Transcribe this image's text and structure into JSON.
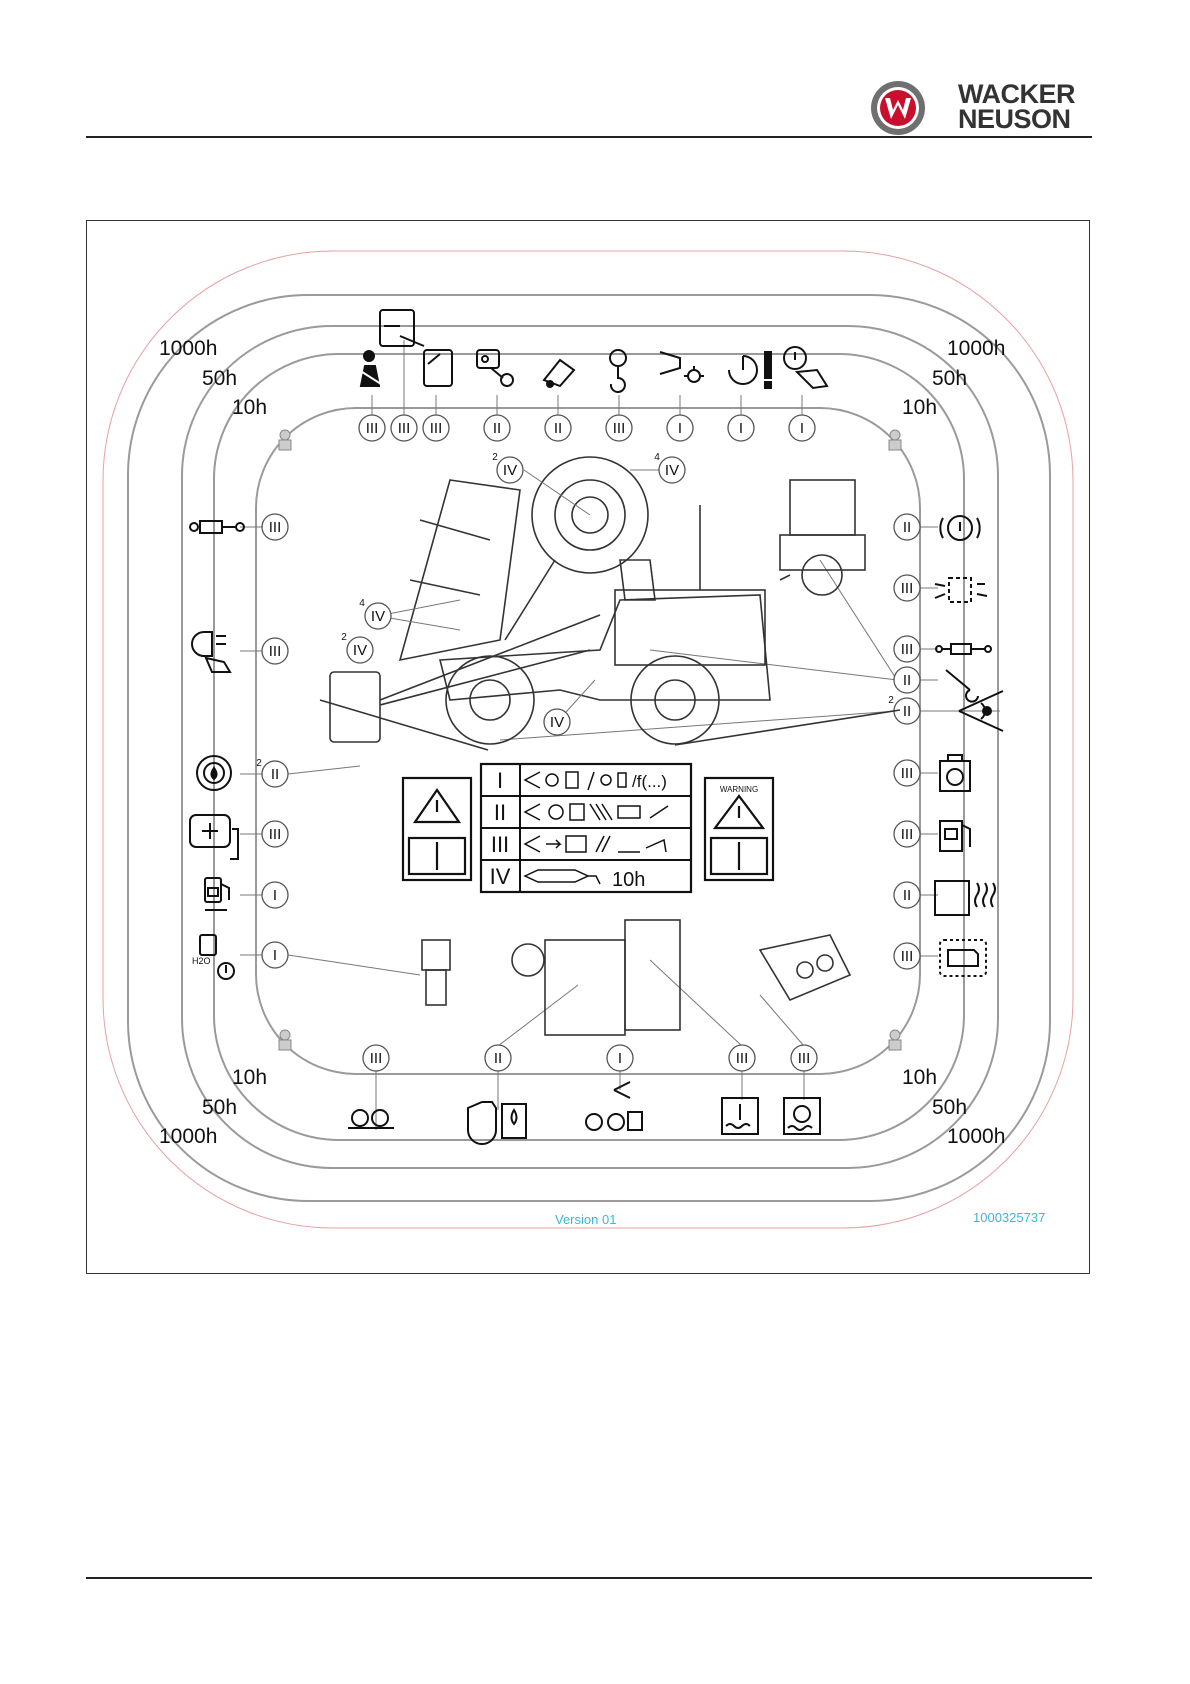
{
  "brand": {
    "line1": "WACKER",
    "line2": "NEUSON",
    "accent": "#c8102e"
  },
  "intervals": {
    "h1000": "1000h",
    "h50": "50h",
    "h10": "10h"
  },
  "version": "Version 01",
  "part_number": "1000325737",
  "legend": {
    "rows": [
      "I",
      "II",
      "III",
      "IV"
    ],
    "row4_text": "10h",
    "row1_tail": "/f(...)"
  },
  "warning_label": "WARNING",
  "superscripts": {
    "two": "2",
    "four": "4"
  },
  "colors": {
    "cyan": "#36b9d4",
    "ring": "#999999",
    "pinkline": "#e8a0a0"
  },
  "markers": {
    "top": [
      "III",
      "III",
      "III",
      "II",
      "II",
      "III",
      "I",
      "I",
      "I"
    ],
    "left": [
      "III",
      "III",
      "II",
      "III",
      "I",
      "I"
    ],
    "right": [
      "II",
      "III",
      "III",
      "II",
      "II",
      "III",
      "III",
      "II",
      "III"
    ],
    "bottom": [
      "III",
      "II",
      "I",
      "III",
      "III"
    ],
    "machine": [
      "IV",
      "IV",
      "IV",
      "IV",
      "IV"
    ]
  }
}
